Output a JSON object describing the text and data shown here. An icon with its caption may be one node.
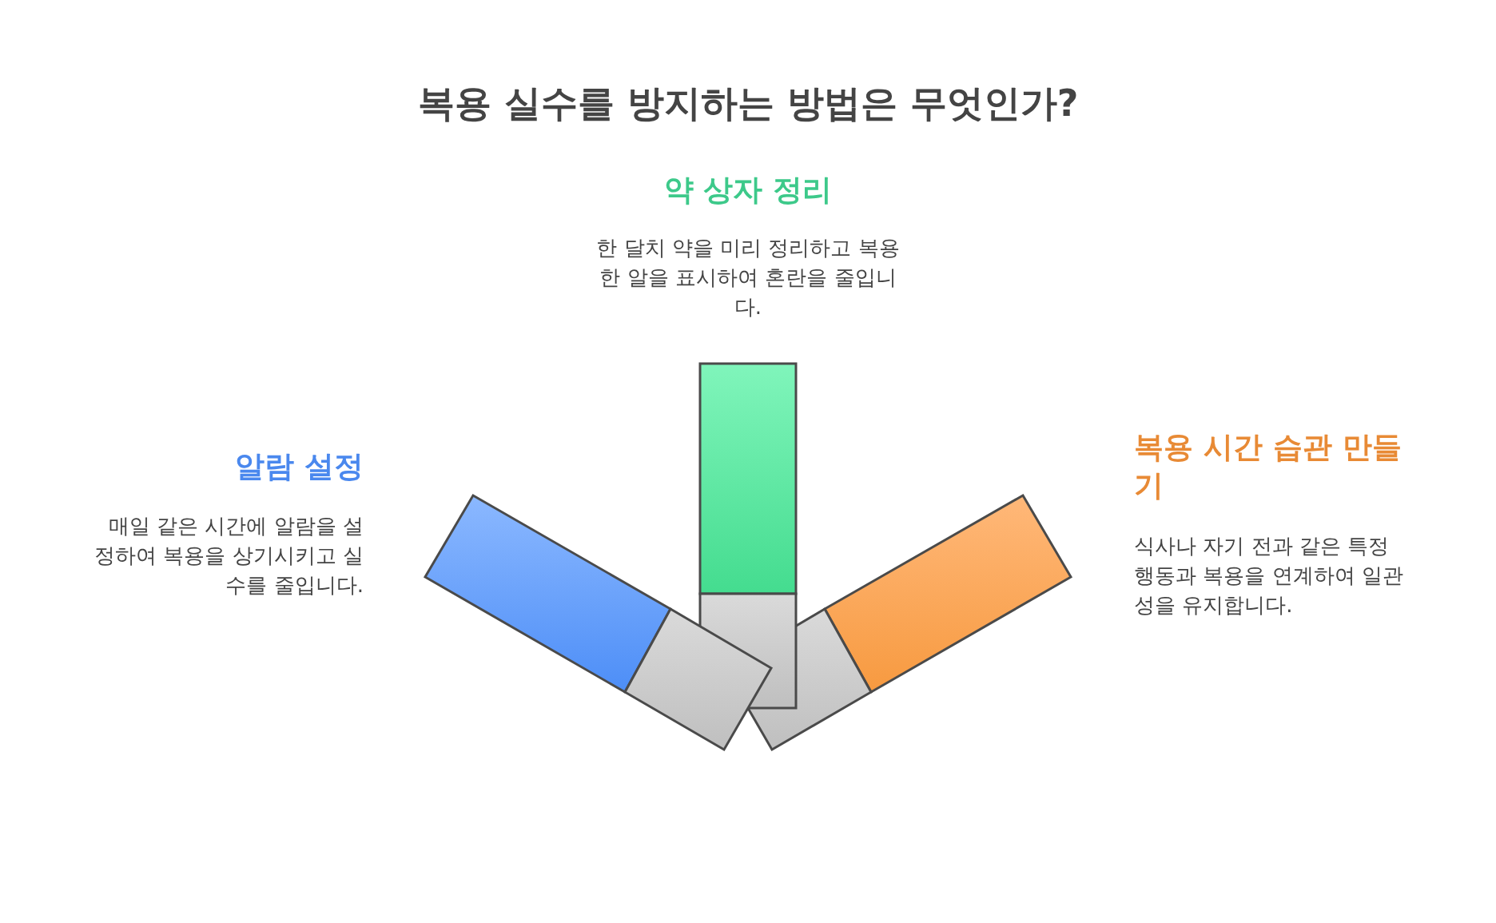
{
  "diagram": {
    "title": "복용 실수를 방지하는 방법은 무엇인가?",
    "labels": [
      "약 상자 정리",
      "한 달치 약을 미리 정리하고 복용한 알을 표시하여 혼란을 줄입니다.",
      "알람 설정",
      "매일 같은 시간에 알람을 설정하여 복용을 상기시키고 실수를 줄입니다.",
      "복용 시간 습관 만들기",
      "식사나 자기 전과 같은 특정 행동과 복용을 연계하여 일관성을 유지합니다."
    ]
  }
}
